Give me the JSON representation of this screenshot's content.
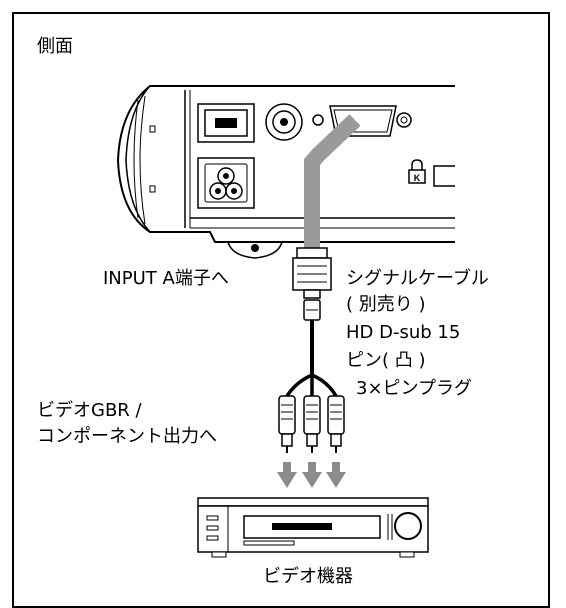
{
  "frame_title": "側面",
  "labels": {
    "input_a": "INPUT A端子へ",
    "signal_cable_line1": "シグナルケーブル",
    "signal_cable_line2": "( 別売り )",
    "signal_cable_line3": "HD D-sub 15",
    "signal_cable_line4": "ピン( 凸 )",
    "signal_cable_line5": "3×ピンプラグ",
    "video_out_line1": "ビデオGBR /",
    "video_out_line2": "コンポーネント出力へ",
    "video_device": "ビデオ機器"
  },
  "colors": {
    "cable_gray": "#9a9a9a",
    "arrow_gray": "#8c8c8c",
    "line": "#000000"
  },
  "icons": [
    "lock-icon",
    "power-socket-icon",
    "usb-port-icon",
    "rca-jack-icon",
    "vga-port-icon"
  ]
}
